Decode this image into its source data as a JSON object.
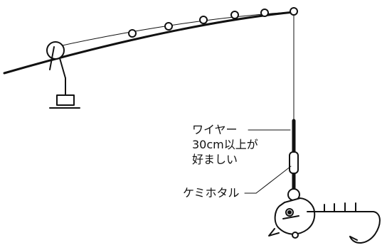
{
  "labels": {
    "wire_lines": [
      "ワイヤー",
      "30cm以上が",
      "好ましい"
    ],
    "light": "ケミホタル"
  },
  "colors": {
    "ink": "#111111",
    "paper": "#ffffff"
  },
  "icons": {
    "reel": "spinning-reel",
    "rod": "fishing-rod",
    "lure": "fish-head-lure",
    "hook": "fishing-hook"
  }
}
